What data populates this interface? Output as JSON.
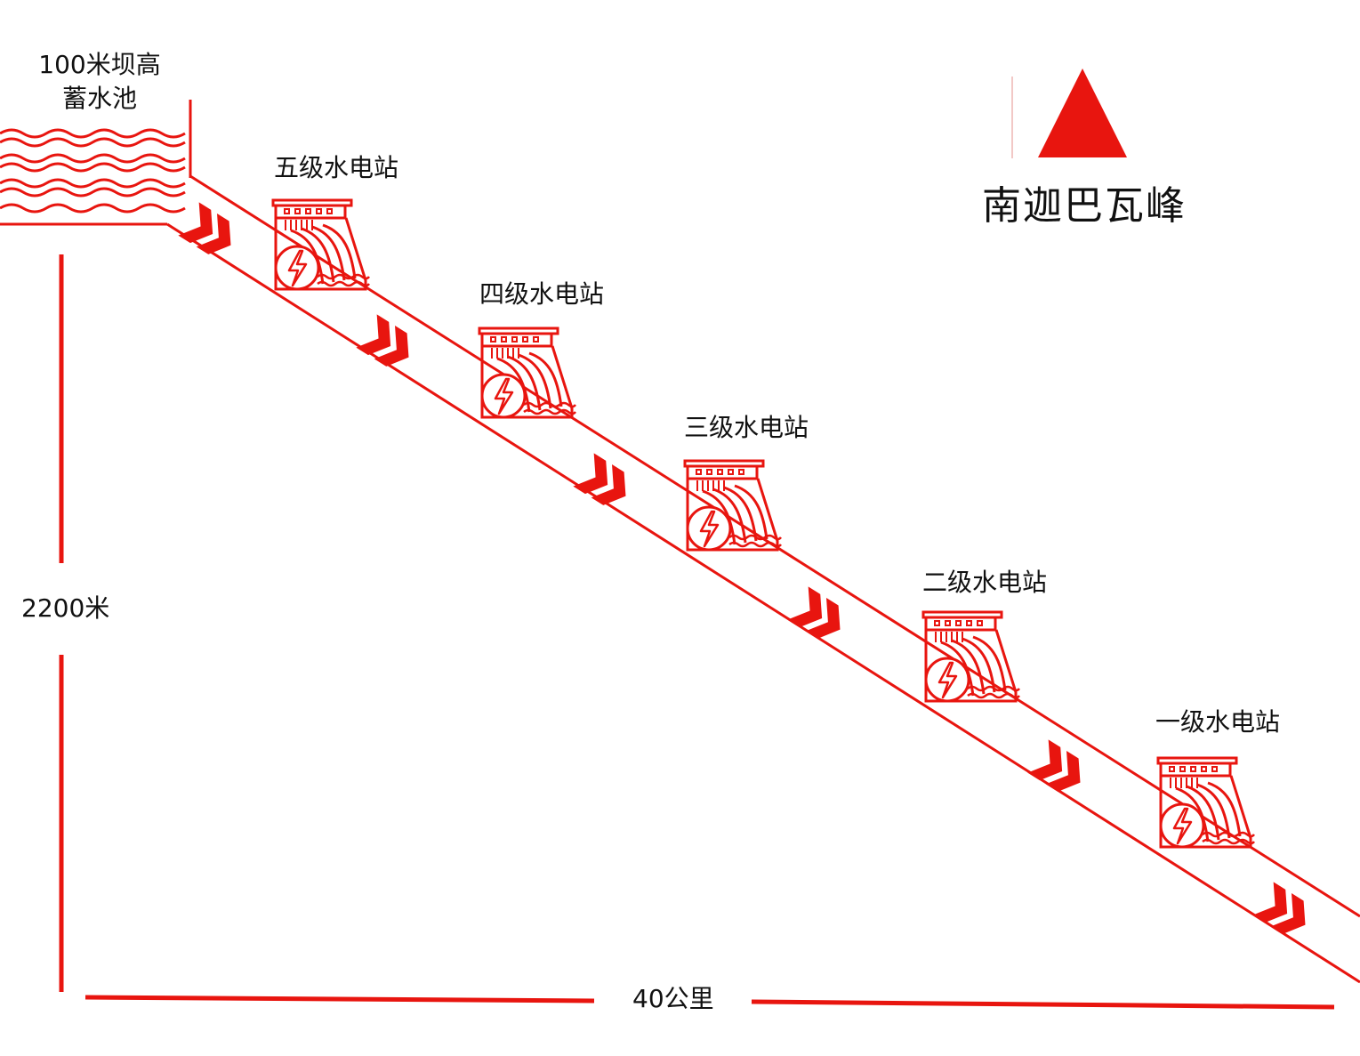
{
  "reservoir": {
    "line1": "100米坝高",
    "line2": "蓄水池"
  },
  "height_label": "2200米",
  "distance_label": "40公里",
  "peak": {
    "name": "南迦巴瓦峰",
    "marker_icon": "red-triangle-icon"
  },
  "stations": [
    {
      "name": "五级水电站",
      "icon": "hydropower-station-icon"
    },
    {
      "name": "四级水电站",
      "icon": "hydropower-station-icon"
    },
    {
      "name": "三级水电站",
      "icon": "hydropower-station-icon"
    },
    {
      "name": "二级水电站",
      "icon": "hydropower-station-icon"
    },
    {
      "name": "一级水电站",
      "icon": "hydropower-station-icon"
    }
  ],
  "colors": {
    "accent": "#e8150f",
    "text": "#111111",
    "background": "#ffffff"
  }
}
